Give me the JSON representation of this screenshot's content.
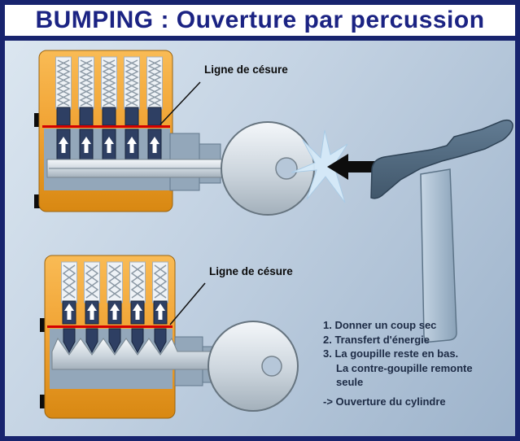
{
  "title": "BUMPING : Ouverture par percussion",
  "diagram": {
    "label_top": "Ligne de césure",
    "label_bottom": "Ligne de césure"
  },
  "steps": [
    "1. Donner un coup sec",
    "2. Transfert d'énergie",
    "3. La goupille reste en bas.",
    "La contre-goupille remonte",
    "seule",
    "-> Ouverture du cylindre"
  ],
  "colors": {
    "frame_border": "#18246e",
    "title_color": "#1b2383",
    "shear_red": "#d40000",
    "cylinder_orange": "#f0a232",
    "pin_navy": "#2e3f63",
    "plug_gray": "#93a7ba",
    "key_gray": "#ccd5dd",
    "hammer_head": "#51687d",
    "hammer_handle": "#a9bed2",
    "flash_blue": "#d6eaf9",
    "steps_text": "#1d2b45",
    "label_text": "#0b0b0b"
  }
}
